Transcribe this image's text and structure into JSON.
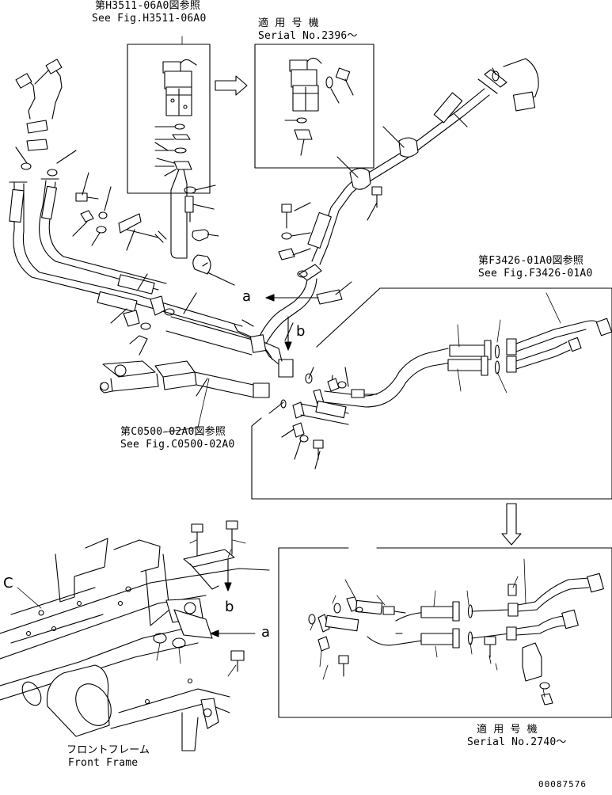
{
  "refs": {
    "h3511_jp": "第H3511-06A0図参照",
    "h3511_en": "See Fig.H3511-06A0",
    "serial_top_jp": "適 用 号 機",
    "serial_top_en": "Serial No.2396～",
    "f3426_jp": "第F3426-01A0図参照",
    "f3426_en": "See Fig.F3426-01A0",
    "c0500_jp": "第C0500-02A0図参照",
    "c0500_en": "See Fig.C0500-02A0",
    "serial_bottom_jp": "適 用 号 機",
    "serial_bottom_en": "Serial No.2740～",
    "frame_jp": "フロントフレーム",
    "frame_en": "Front Frame"
  },
  "letters": {
    "a_upper": "a",
    "b_upper": "b",
    "a_lower": "a",
    "b_lower": "b",
    "c_lower": "C"
  },
  "drawing_number": "00087576"
}
